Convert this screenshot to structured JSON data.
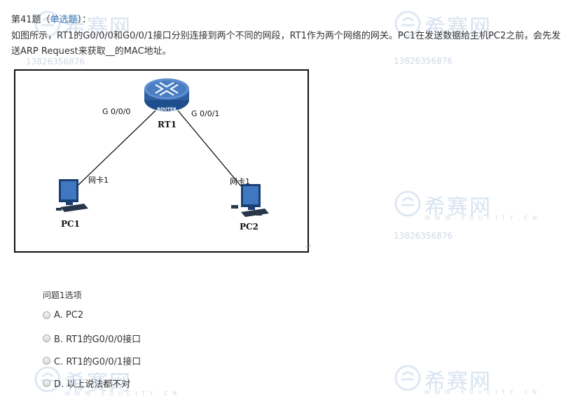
{
  "question": {
    "number_label": "第41题（",
    "type": "单选题",
    "suffix": "）：",
    "text": "如图所示，RT1的G0/0/0和G0/0/1接口分别连接到两个不同的网段，RT1作为两个网络的网关。PC1在发送数据给主机PC2之前，会先发送ARP Request来获取__的MAC地址。"
  },
  "diagram": {
    "router_name": "RT1",
    "router_badge": "ROUTER",
    "port_left": "G 0/0/0",
    "port_right": "G 0/0/1",
    "nic_left": "网卡1",
    "nic_right": "网卡1",
    "pc_left": "PC1",
    "pc_right": "PC2",
    "return_mark": "↵"
  },
  "options_header": "问题1选项",
  "options": [
    {
      "label": "A. PC2"
    },
    {
      "label": "B. RT1的G0/0/0接口"
    },
    {
      "label": "C. RT1的G0/0/1接口"
    },
    {
      "label": "D. 以上说法都不对"
    }
  ],
  "watermark": {
    "brand": "希赛网",
    "url": "W W W . E D U C I T Y . C N",
    "phone": "13826356876"
  },
  "colors": {
    "question_type": "#2f6fb3",
    "watermark": "#d7e3f0",
    "router_blue": "#2f5f9e"
  }
}
